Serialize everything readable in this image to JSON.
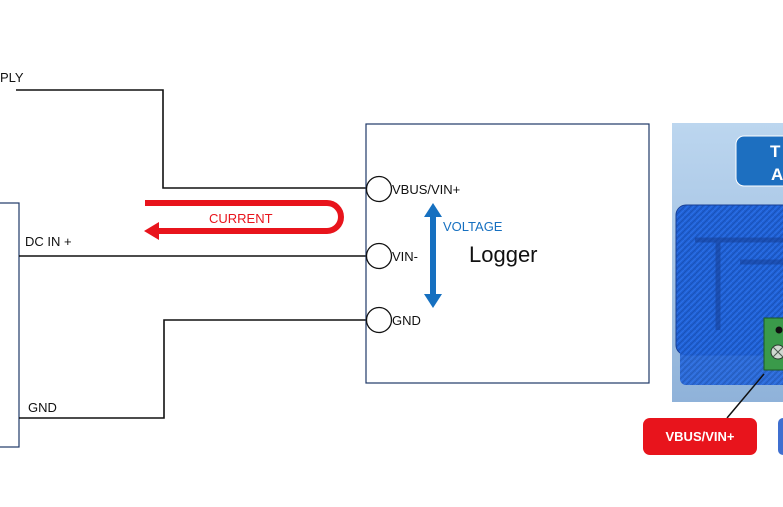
{
  "supply_label_fragment": "PLY",
  "load": {
    "dc_in_label": "DC IN +",
    "gnd_label": "GND"
  },
  "current": {
    "label": "CURRENT",
    "color": "#e8141c"
  },
  "logger": {
    "title": "Logger",
    "terminals": [
      "VBUS/VIN+",
      "VIN-",
      "GND"
    ],
    "voltage_label": "VOLTAGE",
    "voltage_color": "#1670c0"
  },
  "photo": {
    "callout_label": "VBUS/VIN+",
    "callout_color": "#e8141c",
    "sign_text": [
      "T",
      "A"
    ],
    "accent": "#1f5fd1"
  }
}
